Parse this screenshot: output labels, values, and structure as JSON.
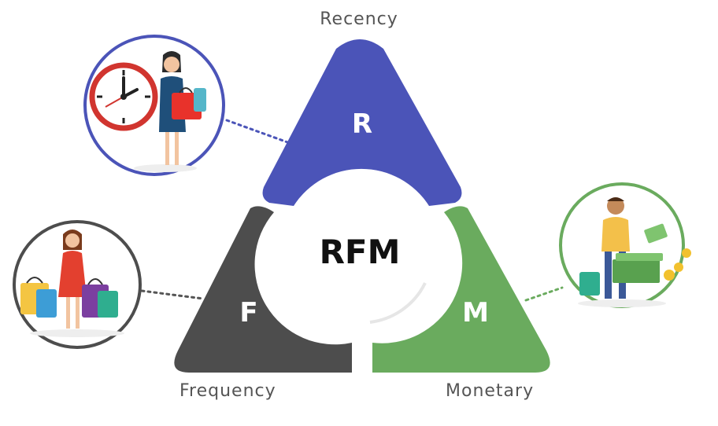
{
  "center_label": "RFM",
  "segments": [
    {
      "key": "recency",
      "letter": "R",
      "label": "Recency",
      "color": "#4b54b8"
    },
    {
      "key": "frequency",
      "letter": "F",
      "label": "Frequency",
      "color": "#4d4d4d"
    },
    {
      "key": "monetary",
      "letter": "M",
      "label": "Monetary",
      "color": "#6aab5e"
    }
  ],
  "illustrations": {
    "recency": "woman-with-clock-illustration",
    "frequency": "woman-with-shopping-bags-illustration",
    "monetary": "man-with-money-illustration"
  }
}
